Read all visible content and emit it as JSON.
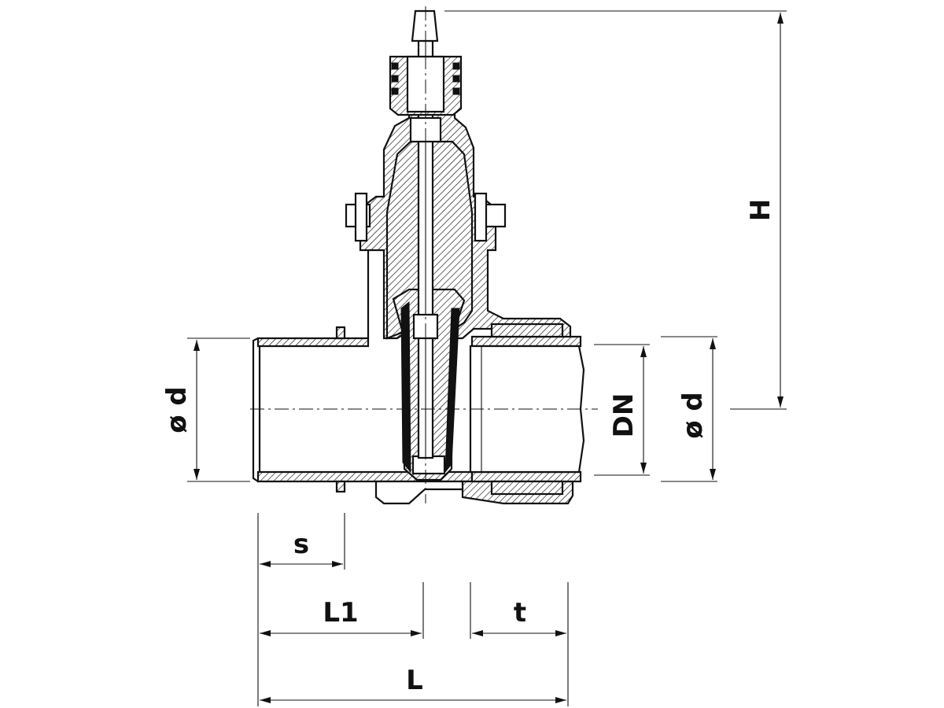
{
  "drawing": {
    "subject": "gate-valve-section",
    "dimensions": {
      "d_left": "ø d",
      "dn": "DN",
      "d_right": "ø d",
      "h": "H",
      "s": "s",
      "l1": "L1",
      "t": "t",
      "l": "L"
    }
  }
}
